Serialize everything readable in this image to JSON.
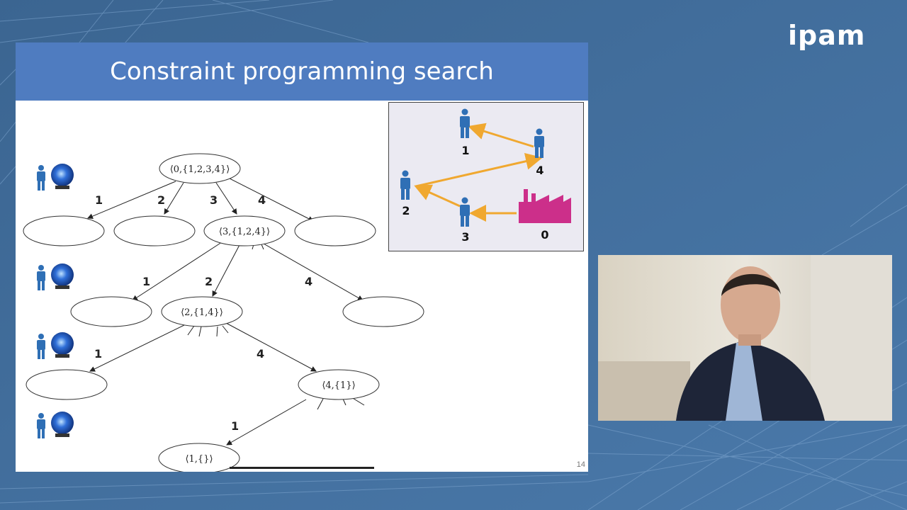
{
  "slide": {
    "title": "Constraint programming search",
    "page_number": "14"
  },
  "logo": {
    "text": "ipam"
  },
  "tree": {
    "root": "⟨0,{1,2,3,4}⟩",
    "level1_node": "⟨3,{1,2,4}⟩",
    "level2_node": "⟨2,{1,4}⟩",
    "level3_node": "⟨4,{1}⟩",
    "level4_node": "⟨1,{}⟩",
    "edges_level1": [
      "1",
      "2",
      "3",
      "4"
    ],
    "edges_level2": [
      "1",
      "2",
      "4"
    ],
    "edges_level3": [
      "1",
      "4"
    ],
    "edges_level4": [
      "1"
    ]
  },
  "inset": {
    "labels": [
      "1",
      "4",
      "2",
      "3",
      "0"
    ],
    "colors": {
      "person": "#2f6fb5",
      "factory": "#cc2f8a",
      "arrow": "#f0a830"
    }
  },
  "colors": {
    "header": "#4f7cc0",
    "background": "#3f6a98"
  }
}
